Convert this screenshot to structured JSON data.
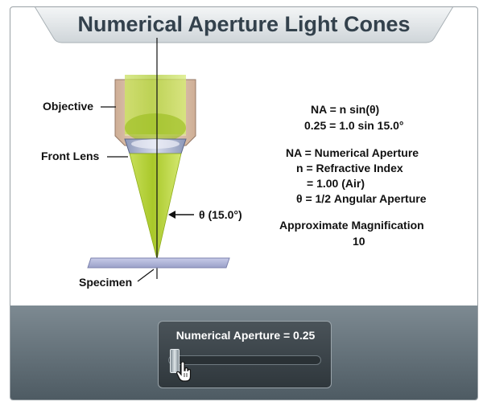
{
  "title": "Numerical Aperture Light Cones",
  "labels": {
    "objective": "Objective",
    "front_lens": "Front Lens",
    "theta": "θ (15.0°)",
    "specimen": "Specimen"
  },
  "equations": {
    "formula": "NA = n sin(θ)",
    "computed": "0.25 = 1.0 sin 15.0°",
    "legend_na": "NA = Numerical Aperture",
    "legend_n": "n = Refractive Index",
    "legend_n_value": "= 1.00 (Air)",
    "legend_theta": "θ = 1/2 Angular Aperture",
    "magnification_label": "Approximate Magnification",
    "magnification_value": "10"
  },
  "slider": {
    "label": "Numerical Aperture = 0.25",
    "value": 0.25,
    "min": 0.25,
    "max": 0.95
  },
  "colors": {
    "cone": "#b5d332",
    "title_text": "#33414c"
  }
}
